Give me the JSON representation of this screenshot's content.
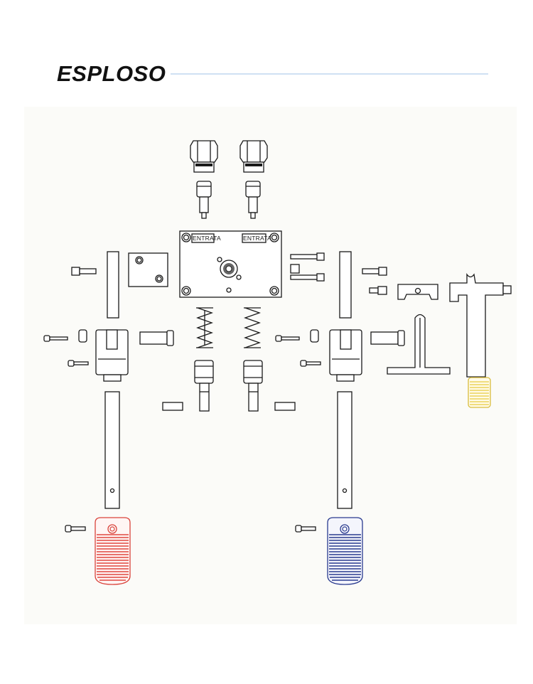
{
  "header": {
    "title": "ESPLOSO"
  },
  "diagram": {
    "inlet_labels": [
      "ENTRATA",
      "ENTRATA"
    ]
  },
  "colors": {
    "title_rule": "#cfe0f3",
    "panel_background": "#fbfbf8",
    "outline": "#1a1a1a",
    "red_lever_grip": "#e0463e",
    "blue_lever_grip": "#2a3b8f",
    "yellow_handle_grip": "#ecd35a"
  }
}
